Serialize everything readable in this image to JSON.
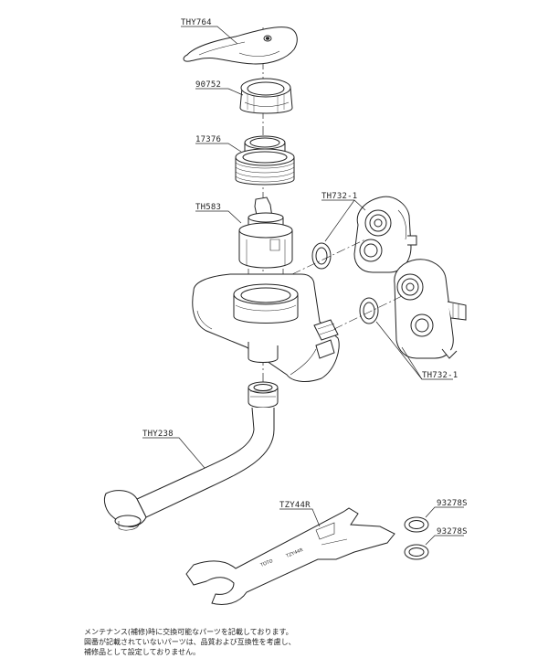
{
  "parts": [
    {
      "id": "lever_handle",
      "code": "THY764"
    },
    {
      "id": "cap",
      "code": "90752"
    },
    {
      "id": "cartridge_nut",
      "code": "17376"
    },
    {
      "id": "cartridge",
      "code": "TH583"
    },
    {
      "id": "eccentric_leg_1",
      "code": "TH732-1"
    },
    {
      "id": "eccentric_leg_2",
      "code": "TH732-1"
    },
    {
      "id": "spout",
      "code": "THY238"
    },
    {
      "id": "wrench",
      "code": "TZY44R"
    },
    {
      "id": "packing_1",
      "code": "93278S"
    },
    {
      "id": "packing_2",
      "code": "93278S"
    }
  ],
  "wrench_marking": {
    "brand": "TOTO",
    "code": "TZY44R"
  },
  "footnote": [
    "メンテナンス(補修)時に交換可能なパーツを記載しております。",
    "図番が記載されていないパーツは、品質および互換性を考慮し、",
    "補修品として設定しておりません。"
  ]
}
